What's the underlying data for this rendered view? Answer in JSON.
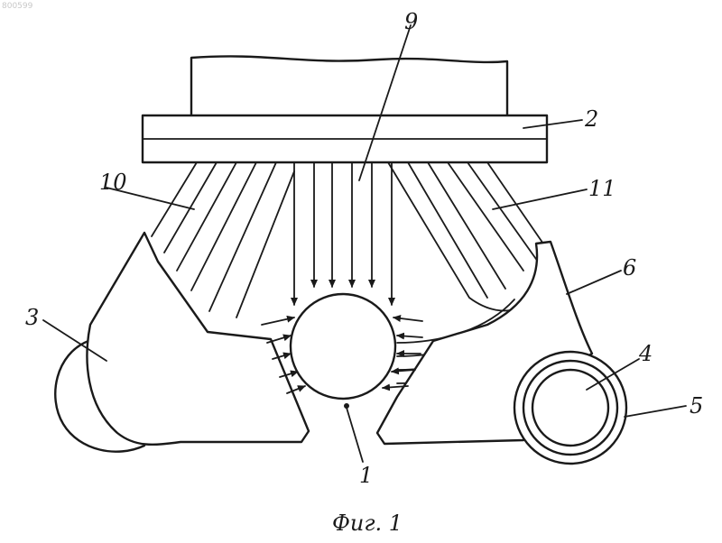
{
  "figure": {
    "caption": "Фиг. 1",
    "reference_number": "800599",
    "labels": {
      "l1": "1",
      "l2": "2",
      "l3": "3",
      "l4": "4",
      "l5": "5",
      "l6": "6",
      "l9": "9",
      "l10": "10",
      "l11": "11"
    }
  }
}
